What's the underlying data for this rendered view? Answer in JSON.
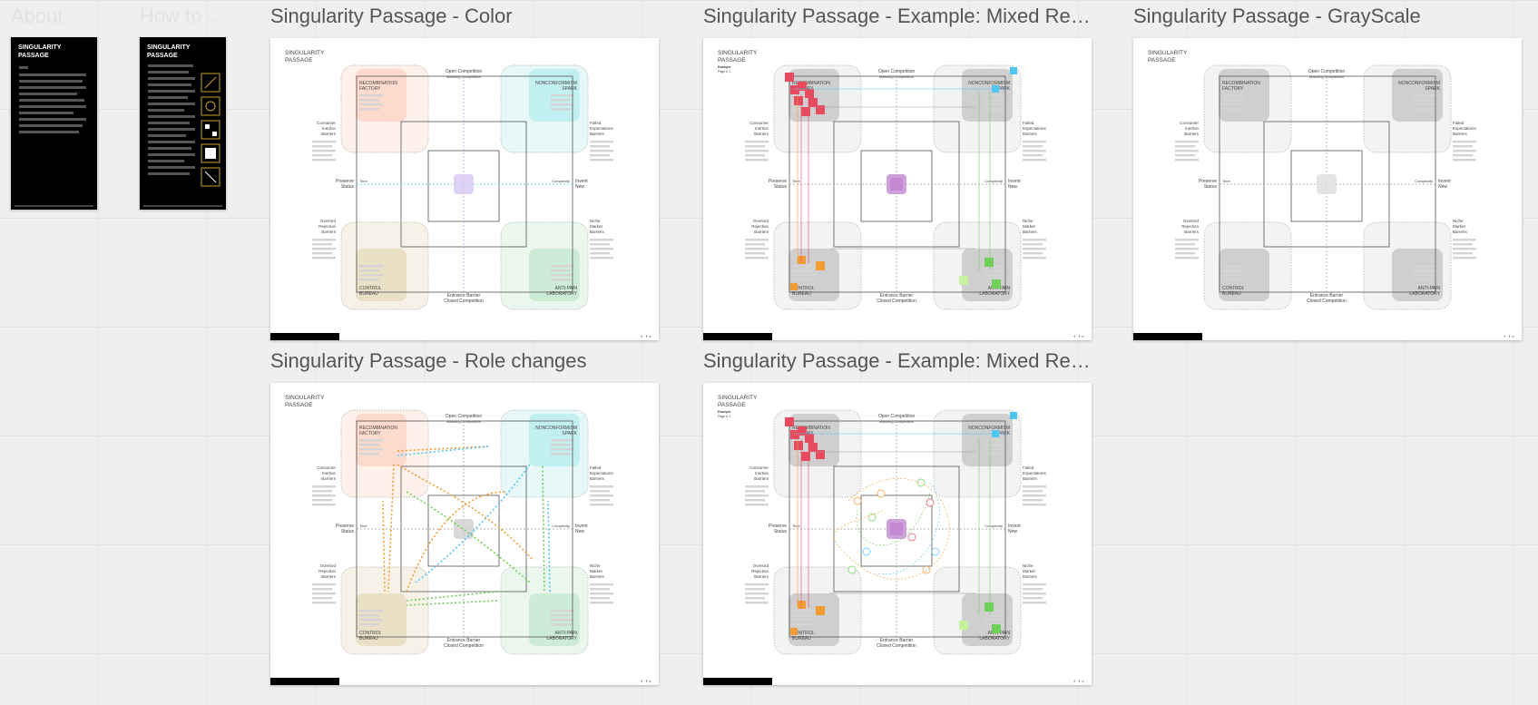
{
  "frames": [
    {
      "id": "about",
      "title": "About",
      "faded": true
    },
    {
      "id": "howto",
      "title": "How to ...",
      "faded": true
    },
    {
      "id": "color",
      "title": "Singularity Passage - Color"
    },
    {
      "id": "mixed1",
      "title": "Singularity Passage - Example: Mixed Reali..."
    },
    {
      "id": "gray",
      "title": "Singularity Passage - GrayScale"
    },
    {
      "id": "roles",
      "title": "Singularity Passage - Role changes"
    },
    {
      "id": "mixed2",
      "title": "Singularity Passage - Example: Mixed Reali..."
    }
  ],
  "dark_cards": {
    "title_line1": "SINGULARITY",
    "title_line2": "PASSAGE"
  },
  "diagram": {
    "heading_line1": "SINGULARITY",
    "heading_line2": "PASSAGE",
    "top_label": "Open Competition",
    "top_sublabel": "Maturing Competition",
    "bottom_label": "Closed Competition",
    "bottom_sublabel": "Entrance Barrier",
    "left_label_1": "Preserve",
    "left_label_2": "Status",
    "right_label_1": "Invent",
    "right_label_2": "New",
    "axis_left": "Time",
    "axis_right": "Complexity",
    "ul_side": [
      "Consumer",
      "Inertion",
      "Barriers"
    ],
    "ur_side": [
      "Failed",
      "Expectations",
      "Barriers"
    ],
    "ll_side": [
      "Overlord",
      "Rejection",
      "Barriers"
    ],
    "lr_side": [
      "Niche",
      "Market",
      "Barriers"
    ],
    "q_ul": [
      "RECOMBINATION",
      "FACTORY"
    ],
    "q_ur": [
      "NONCONFORMISM",
      "SPARK"
    ],
    "q_ll": [
      "CONTROL",
      "BUREAU"
    ],
    "q_lr": [
      "ANTI-PAIN",
      "LABORATORY"
    ],
    "example_label_1": "Example",
    "example_label_2": "Page # 1"
  },
  "colors": {
    "ul": "#fbd5c4",
    "ur": "#b9ecec",
    "ll": "#e6dbbd",
    "lr": "#c5e9cf",
    "red": "#e84a5f",
    "orange": "#f39c34",
    "cyan": "#4dc7f0",
    "green": "#6fcf5a",
    "purple": "#c38ad3"
  }
}
